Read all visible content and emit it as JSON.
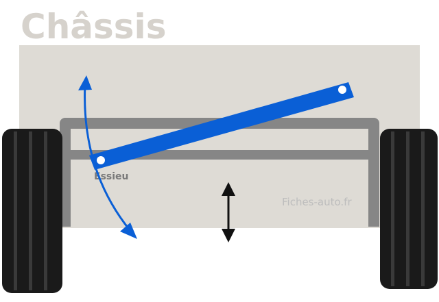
{
  "title": "Châssis",
  "axle_label": "Essieu",
  "watermark": "Fiches-auto.fr",
  "colors": {
    "title": "#d6d2cc",
    "chassis": "#dedbd5",
    "frame": "#868686",
    "axle": "#0a5fd6",
    "axle_pin": "#ffffff",
    "arrow_blue": "#0a5fd6",
    "arrow_black": "#111111",
    "tire": "#1a1a1a",
    "tire_groove": "#3a3a3a",
    "label": "#7a7a7a",
    "watermark": "#bdbdbd"
  }
}
